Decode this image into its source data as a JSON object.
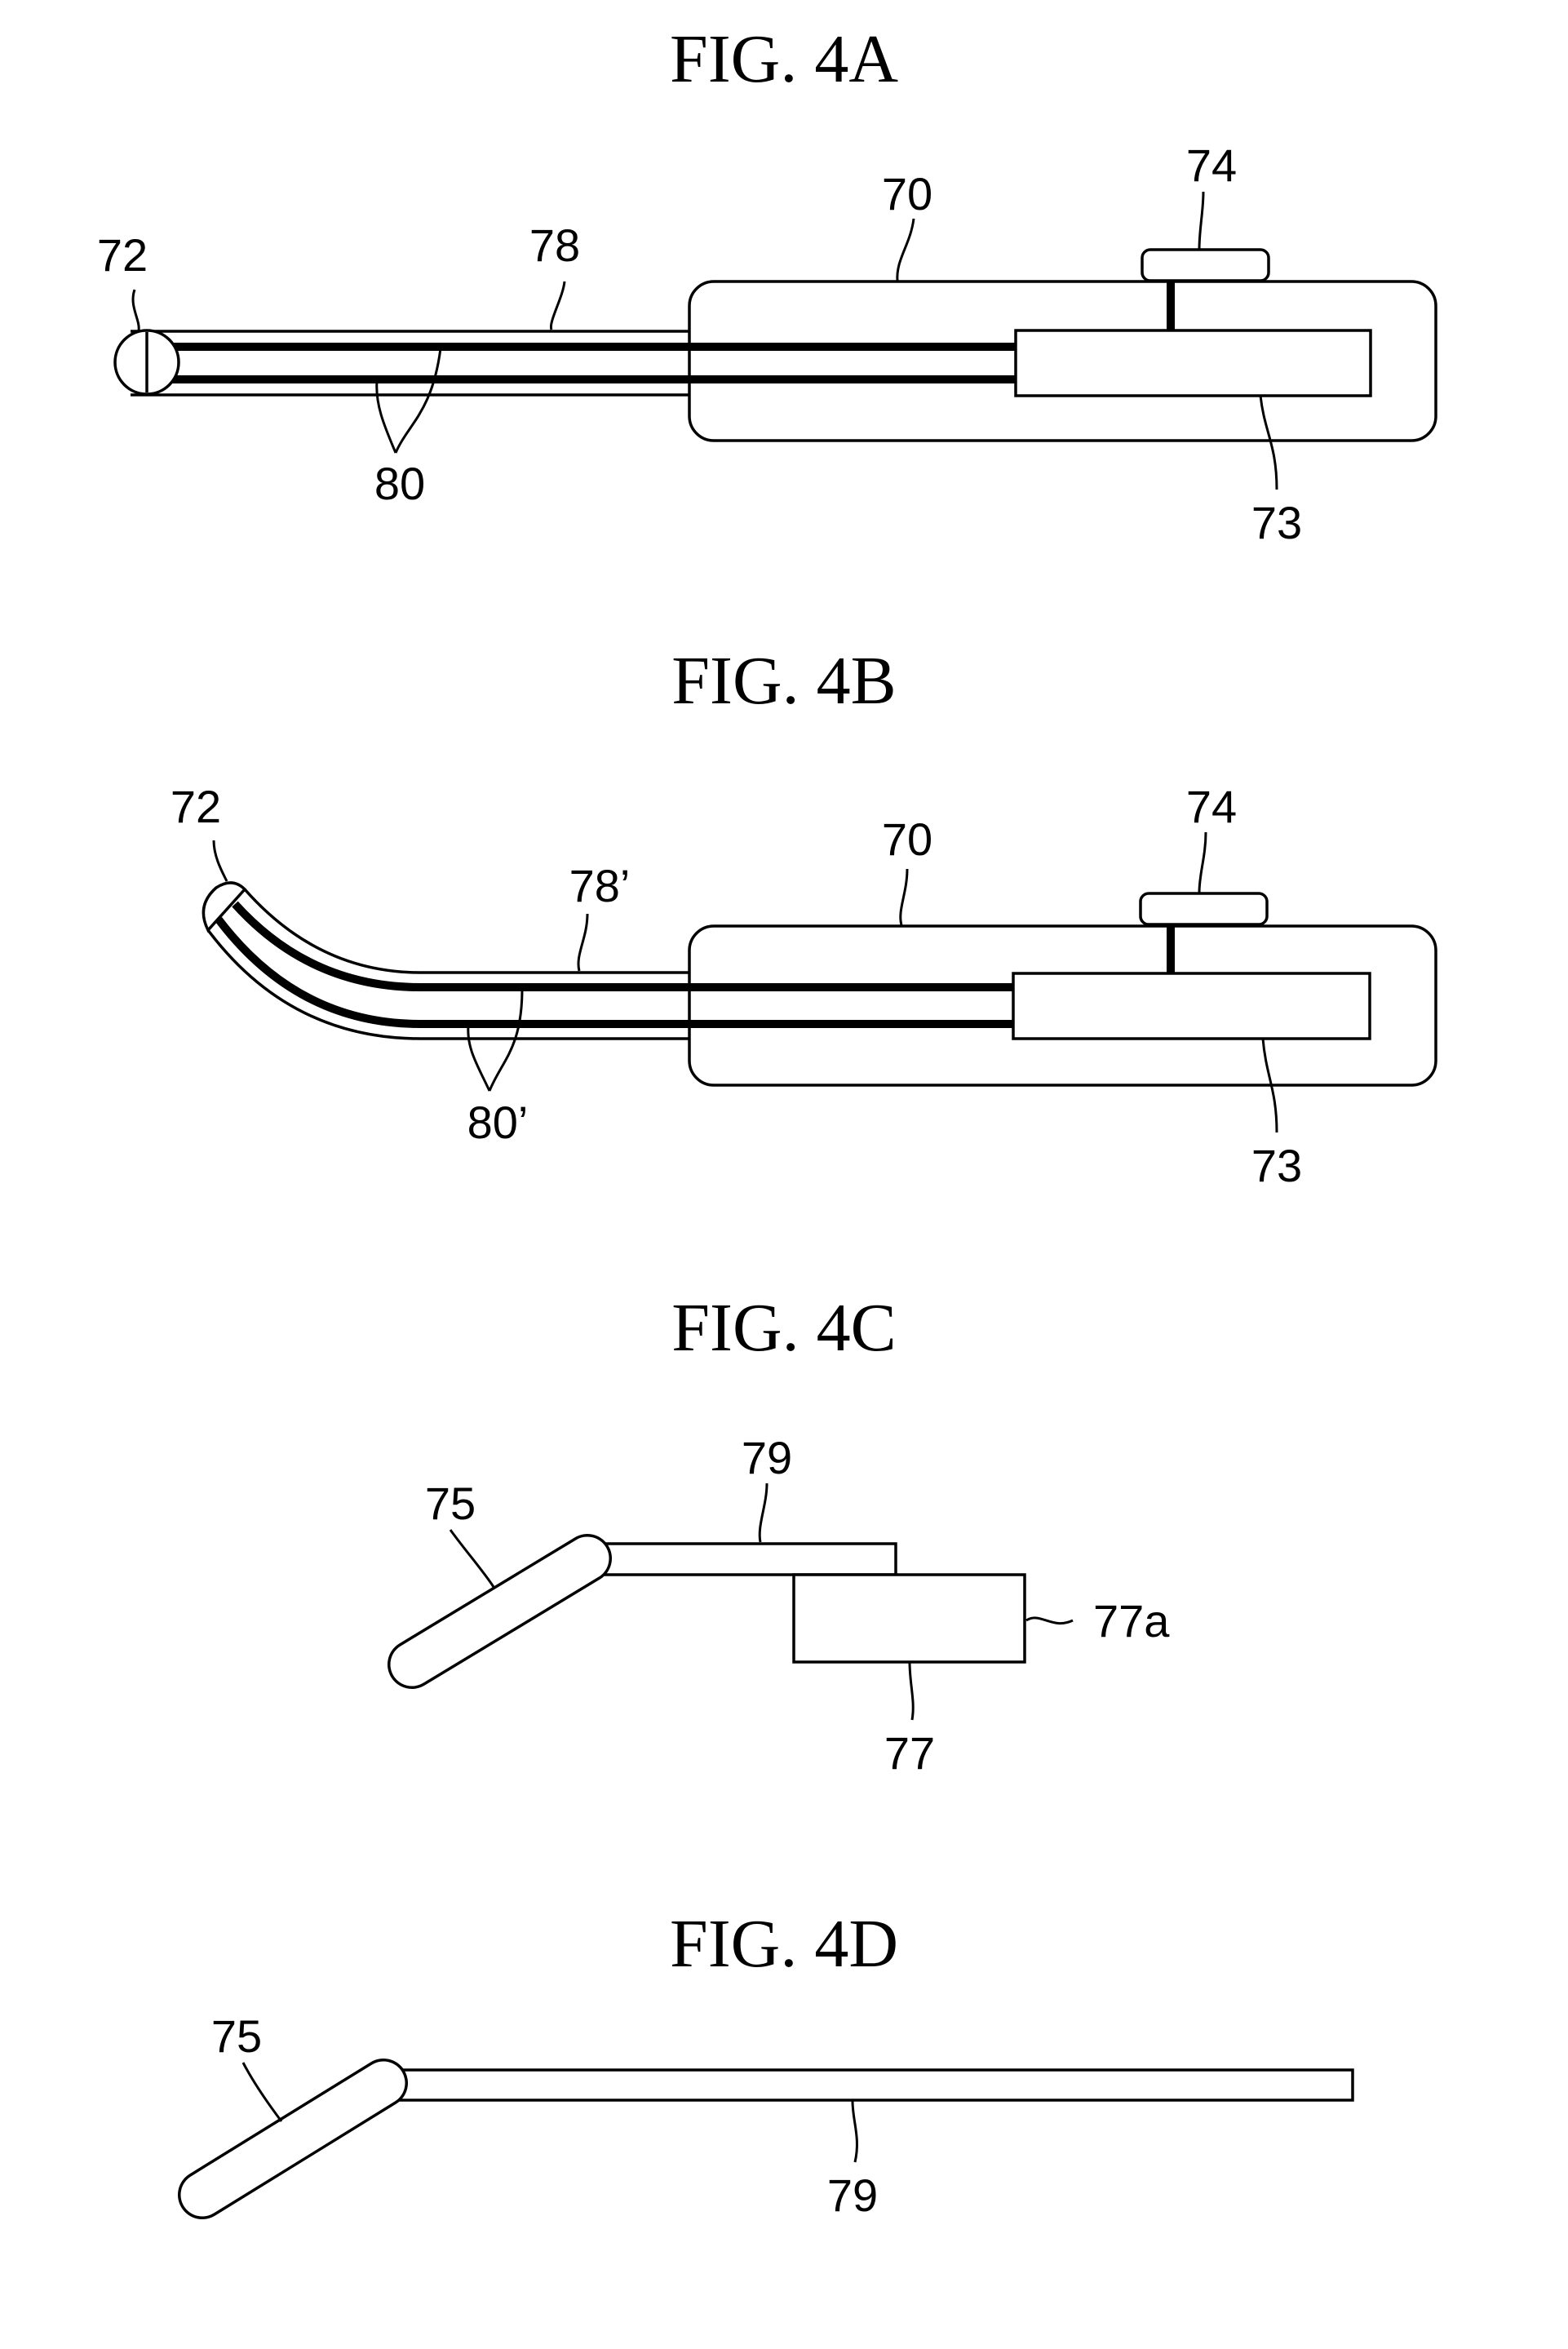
{
  "figures": {
    "fig4a": {
      "title": "FIG. 4A",
      "labels": {
        "tip": "72",
        "shaft": "78",
        "body": "70",
        "button": "74",
        "wires": "80",
        "slider": "73"
      }
    },
    "fig4b": {
      "title": "FIG. 4B",
      "labels": {
        "tip": "72",
        "shaft": "78’",
        "body": "70",
        "button": "74",
        "wires": "80’",
        "slider": "73"
      }
    },
    "fig4c": {
      "title": "FIG. 4C",
      "labels": {
        "pad": "75",
        "strip": "79",
        "block_face": "77a",
        "block": "77"
      }
    },
    "fig4d": {
      "title": "FIG. 4D",
      "labels": {
        "pad": "75",
        "strip": "79"
      }
    }
  },
  "colors": {
    "ink": "#000000",
    "paper": "#ffffff"
  }
}
